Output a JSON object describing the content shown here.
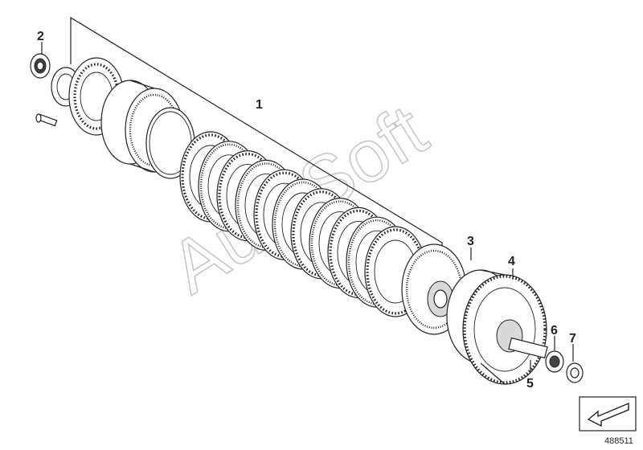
{
  "callouts": {
    "c1": "1",
    "c2": "2",
    "c3": "3",
    "c4": "4",
    "c5": "5",
    "c6": "6",
    "c7": "7"
  },
  "watermark": "AutoSoft",
  "diagram_number": "488511",
  "icons": {
    "orientation": "arrow-left-down-icon"
  }
}
